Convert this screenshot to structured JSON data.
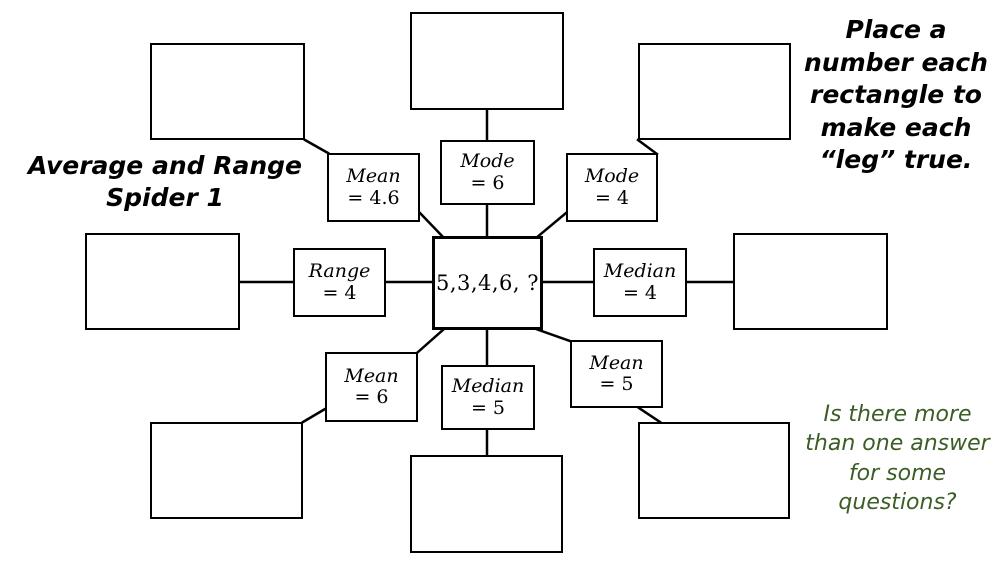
{
  "title": {
    "line1": "Average and Range",
    "line2": "Spider 1"
  },
  "instruction": {
    "text": "Place a number each rectangle to make each “leg” true."
  },
  "question": {
    "text": "Is there more than one answer for some questions?"
  },
  "center": {
    "value": "5,3,4,6, ?"
  },
  "colors": {
    "stroke": "#000000",
    "green": "#3d5d26",
    "background": "#ffffff"
  },
  "legs": [
    {
      "id": "leg-top-left",
      "stat": "Mean",
      "value": "= 4.6"
    },
    {
      "id": "leg-top-center",
      "stat": "Mode",
      "value": "= 6"
    },
    {
      "id": "leg-top-right",
      "stat": "Mode",
      "value": "= 4"
    },
    {
      "id": "leg-left",
      "stat": "Range",
      "value": "= 4"
    },
    {
      "id": "leg-right",
      "stat": "Median",
      "value": "= 4"
    },
    {
      "id": "leg-bottom-left",
      "stat": "Mean",
      "value": "= 6"
    },
    {
      "id": "leg-bottom-center",
      "stat": "Median",
      "value": "= 5"
    },
    {
      "id": "leg-bottom-right",
      "stat": "Mean",
      "value": "= 5"
    }
  ],
  "answer_boxes": [
    {
      "id": "answer-top-left",
      "value": ""
    },
    {
      "id": "answer-top-center",
      "value": ""
    },
    {
      "id": "answer-top-right",
      "value": ""
    },
    {
      "id": "answer-left",
      "value": ""
    },
    {
      "id": "answer-right",
      "value": ""
    },
    {
      "id": "answer-bottom-left",
      "value": ""
    },
    {
      "id": "answer-bottom-center",
      "value": ""
    },
    {
      "id": "answer-bottom-right",
      "value": ""
    }
  ]
}
